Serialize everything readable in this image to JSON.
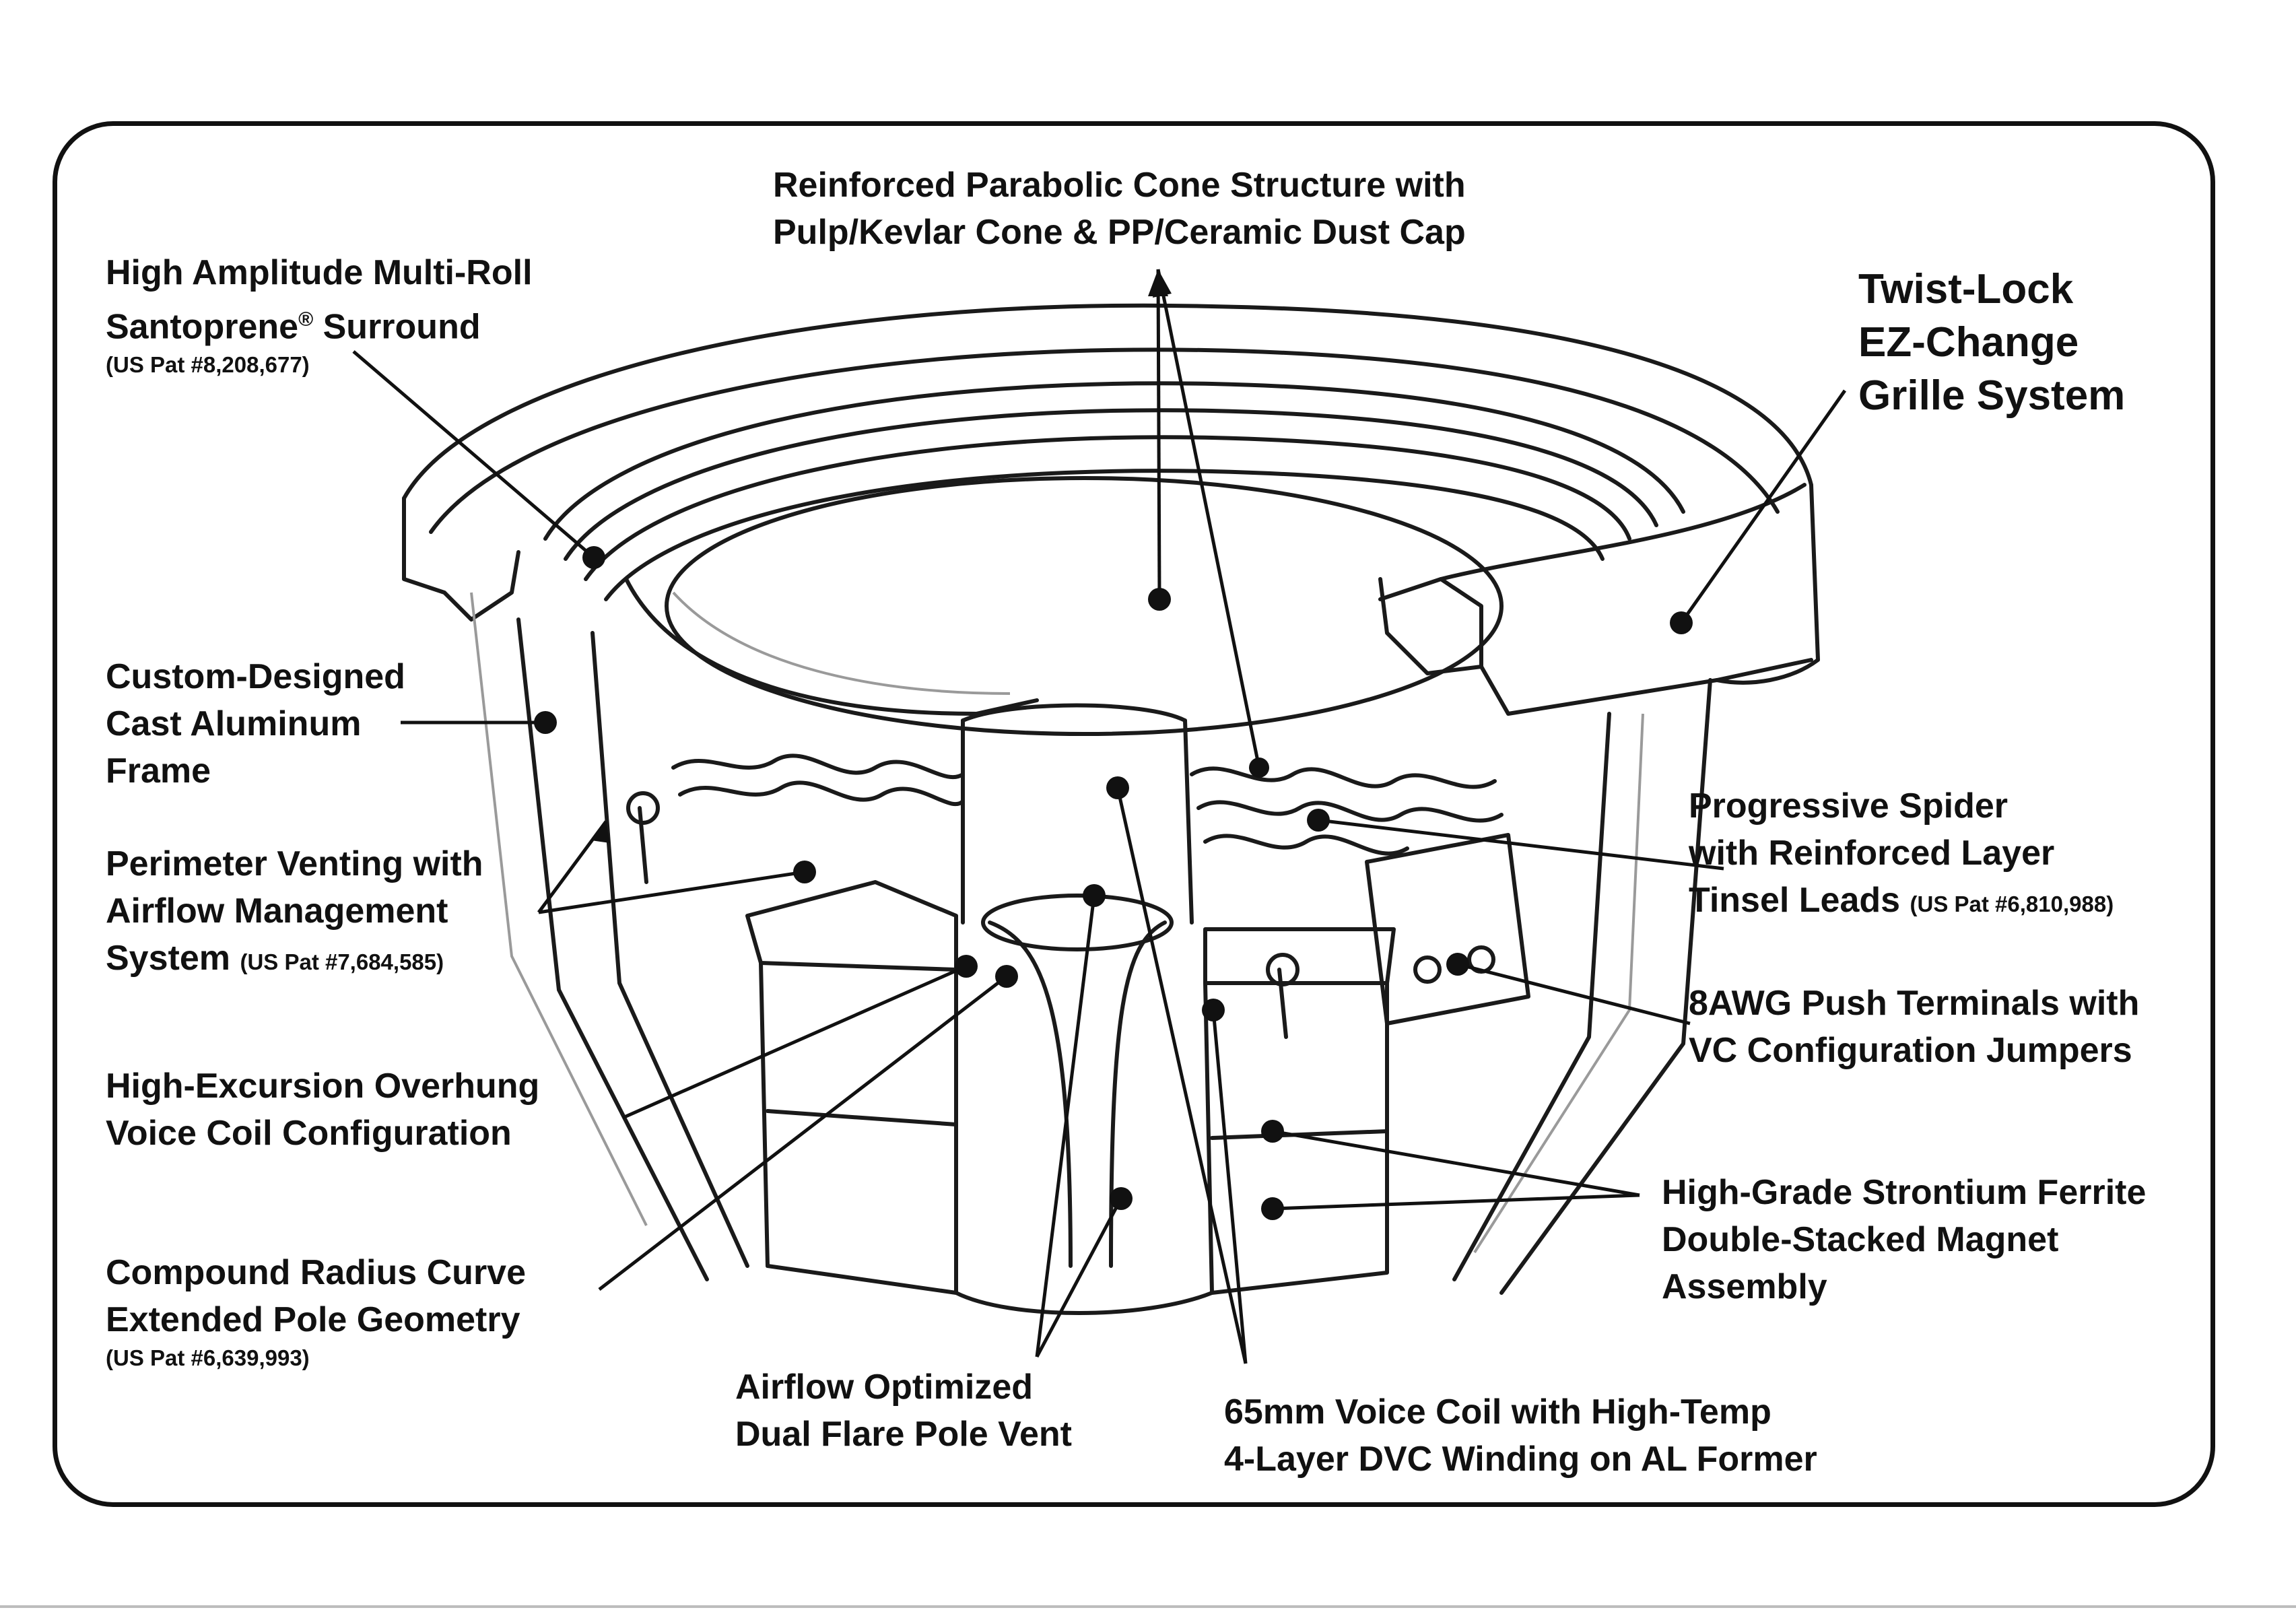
{
  "labels": {
    "cone": {
      "line1": "Reinforced Parabolic Cone Structure with",
      "line2": "Pulp/Kevlar Cone & PP/Ceramic Dust Cap"
    },
    "surround": {
      "line1": "High Amplitude Multi-Roll",
      "line2": "Santoprene",
      "reg": "®",
      "line2b": " Surround",
      "patent": "(US Pat #8,208,677)"
    },
    "grille": {
      "line1": "Twist-Lock",
      "line2": "EZ-Change",
      "line3": "Grille System"
    },
    "frame": {
      "line1": "Custom-Designed",
      "line2": "Cast Aluminum",
      "line3": "Frame"
    },
    "venting": {
      "line1": "Perimeter Venting with",
      "line2": "Airflow Management",
      "line3": "System",
      "patent": "(US Pat #7,684,585)"
    },
    "spider": {
      "line1": "Progressive Spider",
      "line2": "with Reinforced Layer",
      "line3": "Tinsel Leads",
      "patent": "(US Pat #6,810,988)"
    },
    "terminals": {
      "line1": "8AWG Push Terminals with",
      "line2": "VC Configuration Jumpers"
    },
    "overhung": {
      "line1": "High-Excursion Overhung",
      "line2": "Voice Coil Configuration"
    },
    "magnet": {
      "line1": "High-Grade Strontium Ferrite",
      "line2": "Double-Stacked Magnet",
      "line3": "Assembly"
    },
    "pole": {
      "line1": "Compound Radius Curve",
      "line2": "Extended Pole Geometry",
      "patent": "(US Pat #6,639,993)"
    },
    "polevent": {
      "line1": "Airflow Optimized",
      "line2": "Dual Flare Pole Vent"
    },
    "voicecoil": {
      "line1": "65mm Voice Coil with High-Temp",
      "line2": "4-Layer DVC Winding on AL Former"
    }
  },
  "colors": {
    "ink": "#111111",
    "outline": "#1a1a1a",
    "light": "#9a9a9a",
    "background": "#ffffff"
  }
}
